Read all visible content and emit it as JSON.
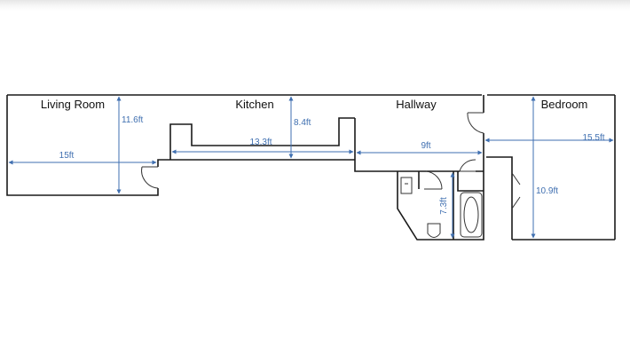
{
  "floorplan": {
    "rooms": {
      "living_room": "Living Room",
      "kitchen": "Kitchen",
      "hallway": "Hallway",
      "bedroom": "Bedroom"
    },
    "dimensions": {
      "living_height": "11.6ft",
      "living_width": "15ft",
      "kitchen_counter": "13.3ft",
      "kitchen_depth": "8.4ft",
      "hallway_width": "9ft",
      "bathroom_depth": "7.3ft",
      "bedroom_width": "15.5ft",
      "bedroom_depth": "10.9ft"
    },
    "colors": {
      "walls": "#1a1a1a",
      "dimensions": "#3f6fb0",
      "background": "#ffffff"
    }
  }
}
